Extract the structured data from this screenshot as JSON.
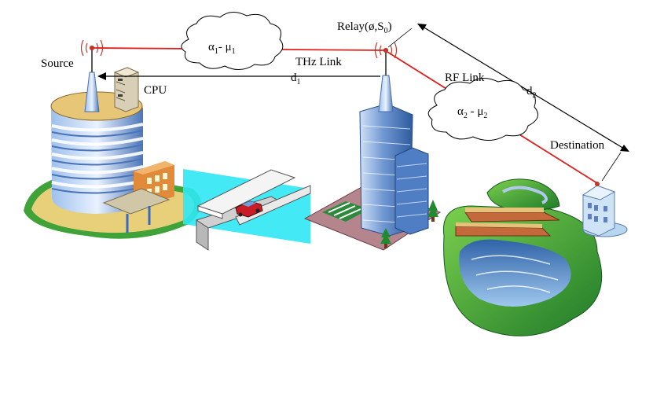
{
  "labels": {
    "source": "Source",
    "cpu": "CPU",
    "relay": "Relay(ø,S",
    "relay_sub": "0",
    "relay_close": ")",
    "thz_link": "THz Link",
    "rf_link": "RF Link",
    "destination": "Destination",
    "d1": "d",
    "d1_sub": "1",
    "d2": "d",
    "d2_sub": "2",
    "cloud1_a": "α",
    "cloud1_a_sub": "1",
    "cloud1_mid": "- μ",
    "cloud1_m_sub": "1",
    "cloud2_a": "α",
    "cloud2_a_sub": "2",
    "cloud2_mid": " - μ",
    "cloud2_m_sub": "2"
  },
  "colors": {
    "thz_link": "#e0201c",
    "rf_link": "#e0201c",
    "building_blue": "#5f86c8",
    "ground_yellow": "#e8cf7a",
    "grass_green": "#3a9a3a",
    "water_cyan": "#2fe0f0"
  },
  "icons": [
    "antenna-icon",
    "server-rack-icon",
    "cloud-icon",
    "car-icon",
    "tree-icon",
    "house-icon"
  ]
}
